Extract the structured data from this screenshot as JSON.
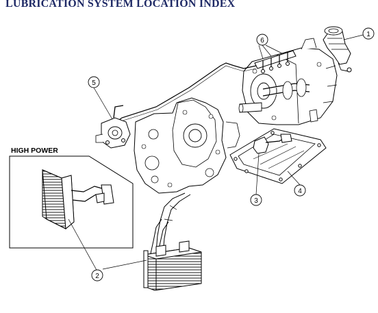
{
  "title": "LUBRICATION SYSTEM LOCATION INDEX",
  "inset_label": "HIGH POWER",
  "callouts": [
    {
      "label": "1",
      "part": "oil-filter"
    },
    {
      "label": "2",
      "part": "oil-cooler"
    },
    {
      "label": "3",
      "part": "oil-strainer"
    },
    {
      "label": "4",
      "part": "oil-pan"
    },
    {
      "label": "5",
      "part": "metering-oil-pump"
    },
    {
      "label": "6",
      "part": "oil-nozzles"
    }
  ],
  "colors": {
    "title": "#1f2a66",
    "line": "#000000",
    "background": "#ffffff"
  }
}
